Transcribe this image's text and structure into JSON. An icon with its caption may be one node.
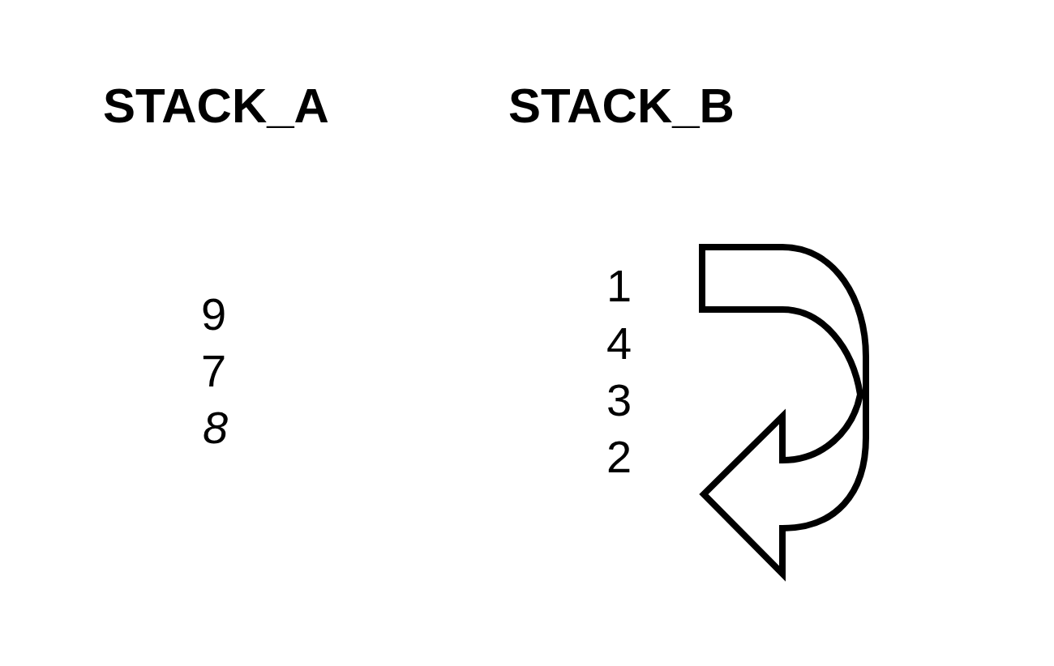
{
  "diagram": {
    "labels": [
      "STACK_A",
      "STACK_B",
      "9",
      "7",
      "8",
      "1",
      "4",
      "3",
      "2"
    ]
  }
}
